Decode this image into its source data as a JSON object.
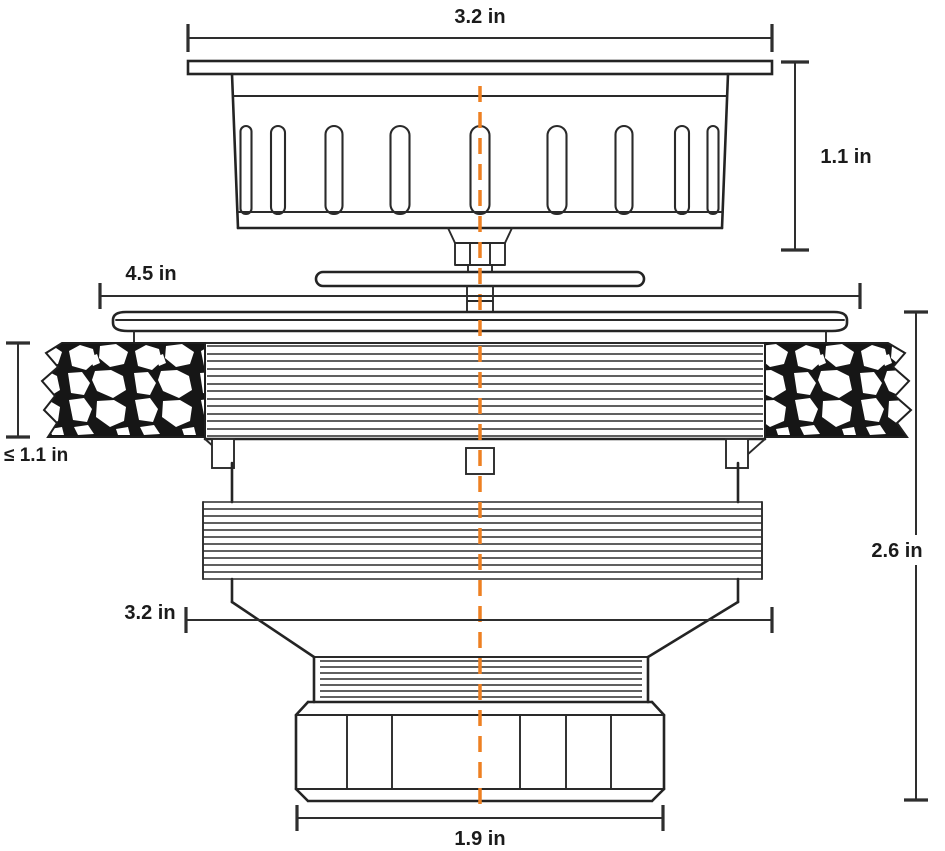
{
  "diagram": {
    "type": "technical-dimension-drawing",
    "subject": "kitchen-sink-drain-strainer-assembly",
    "colors": {
      "line": "#242424",
      "centerline": "#EE8022",
      "label_text": "#1b1b1b",
      "background": "#ffffff"
    },
    "labels": {
      "strainer_top_width": "3.2 in",
      "strainer_height": "1.1 in",
      "flange_width": "4.5 in",
      "deck_thickness_max": "≤ 1.1 in",
      "body_height": "2.6 in",
      "body_top_width": "3.2 in",
      "locknut_width": "1.9 in"
    }
  }
}
